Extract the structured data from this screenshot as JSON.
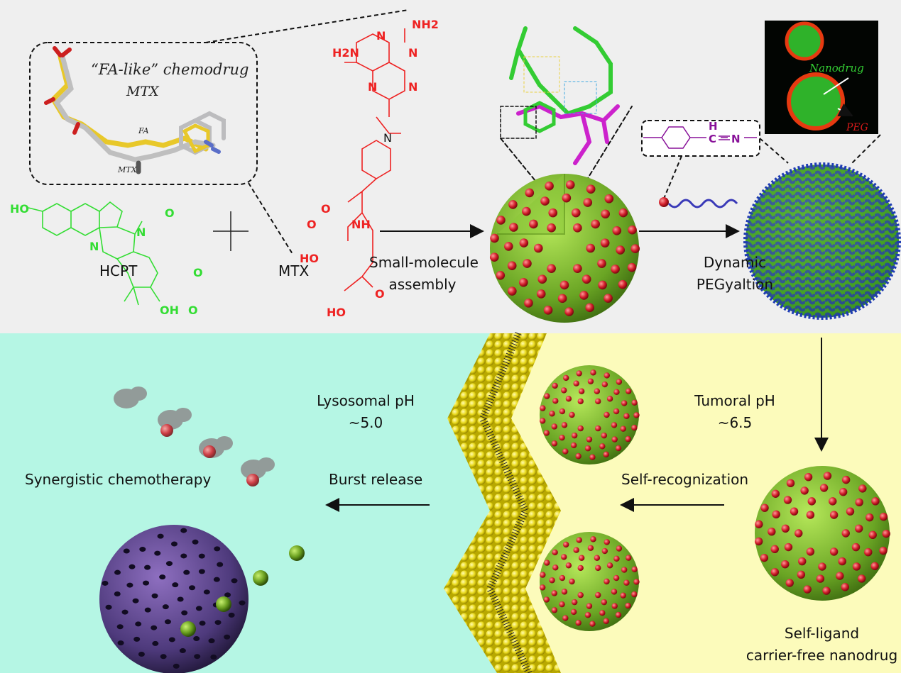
{
  "colors": {
    "top_bg": "#efefef",
    "lysosome_bg": "#b5f6e4",
    "tumor_bg": "#fcfbbb",
    "hcpt": "#22dd22",
    "mtx": "#ee1111",
    "imine": "#881199"
  },
  "inset": {
    "title": "“FA-like” chemodrug",
    "subtitle": "MTX",
    "fa_label": "FA",
    "mtx_label": "MTX"
  },
  "molecules": {
    "hcpt": {
      "name": "HCPT",
      "atoms": [
        "HO",
        "N",
        "N",
        "O",
        "O",
        "O",
        "OH"
      ]
    },
    "mtx": {
      "name": "MTX",
      "atoms": [
        "NH2",
        "H2N",
        "N",
        "N",
        "N",
        "N",
        "N",
        "O",
        "NH",
        "O",
        "HO",
        "O",
        "HO"
      ]
    },
    "imine": {
      "h": "H",
      "c": "C",
      "n": "N"
    }
  },
  "micrograph": {
    "nanodrug": "Nanodrug",
    "peg": "PEG"
  },
  "steps": {
    "assembly": [
      "Small-molecule",
      "assembly"
    ],
    "pegylation": [
      "Dynamic",
      "PEGyaltion"
    ],
    "tumoral": [
      "Tumoral pH",
      "~6.5"
    ],
    "lysosomal": [
      "Lysosomal pH",
      "~5.0"
    ],
    "self_recognization": "Self-recognization",
    "burst_release": "Burst release",
    "synergistic": "Synergistic chemotherapy",
    "nanodrug": [
      "Self-ligand",
      "carrier-free nanodrug"
    ]
  }
}
